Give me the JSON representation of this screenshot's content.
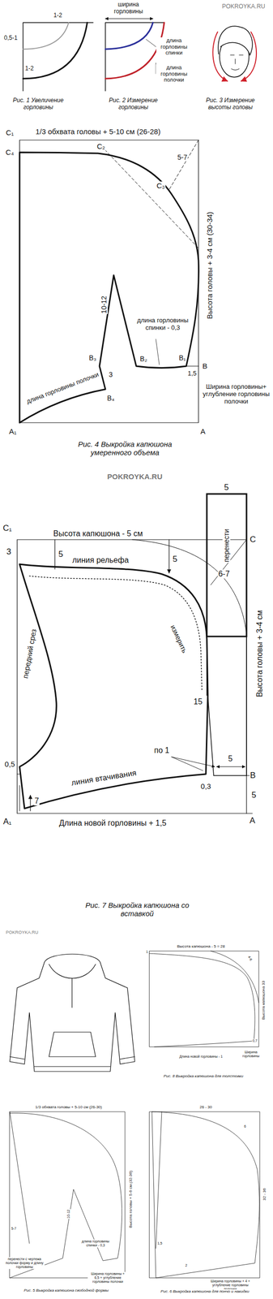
{
  "diagram": {
    "labels": [
      "POKROYKA.RU",
      "1-2",
      "0,5-1",
      "1-2",
      "ширина горловины",
      "длина горловины спинки",
      "длина горловины полочки",
      "Рис. 1 Увеличение горловины",
      "Рис. 2 Измерение горловины",
      "Рис. 3 Измерение высоты головы",
      "C₁",
      "1/3 обхвата головы + 5-10 см (26-28)",
      "C₄",
      "C₂",
      "C₃",
      "5-7",
      "Высота головы + 3-4 см (30-34)",
      "10-12",
      "длина горловины спинки - 0,3",
      "B₃",
      "B₂",
      "B₁",
      "1,5",
      "B",
      "3",
      "B₄",
      "Ширина горловины+ углубление горловины полочки",
      "длина горловины полочки",
      "A₁",
      "A",
      "Рис. 4 Выкройка капюшона умеренного объема",
      "POKROYKA.RU",
      "5",
      "перенести",
      "C₁",
      "3",
      "Высота капюшона - 5 см",
      "C",
      "5",
      "линия рельефа",
      "5",
      "6-7",
      "Высота головы + 3-4 см",
      "передний срез",
      "измерить",
      "15",
      "по 1",
      "0,3",
      "5",
      "B",
      "5",
      "0,5",
      "7",
      "линия втачивания",
      "A₁",
      "A",
      "Длина новой горловины + 1,5",
      "Рис. 7 Выкройка капюшона со вставкой",
      "POKROYKA.RU",
      "Высота капюшона - 5 = 28",
      "1",
      "4-6",
      "Высота капюшона 33",
      "0,7",
      "Ширина горловины",
      "Длина новой горловины - 1",
      "Рис. 8 Выкройка капюшона для толстовки",
      "1/3 обхвата головы + 5-10 см (26-30)",
      "10-12",
      "Высота головы + 5-6 см (32-36)",
      "5-7",
      "перенести с чертежа полочки форму и длину горловины",
      "длина горловины спинки - 0,3",
      "Ширина горловины + 6,5 + углубление горловины полочки",
      "Рис. 5 Выкройка капюшона свободной формы",
      "26 - 30",
      "6",
      "32 - 36",
      "1,5",
      "2",
      "Ширина горловины + 4 + углубление горловины полочки",
      "Рис. 6 Выкройка капюшона для пончо и накидки"
    ]
  }
}
